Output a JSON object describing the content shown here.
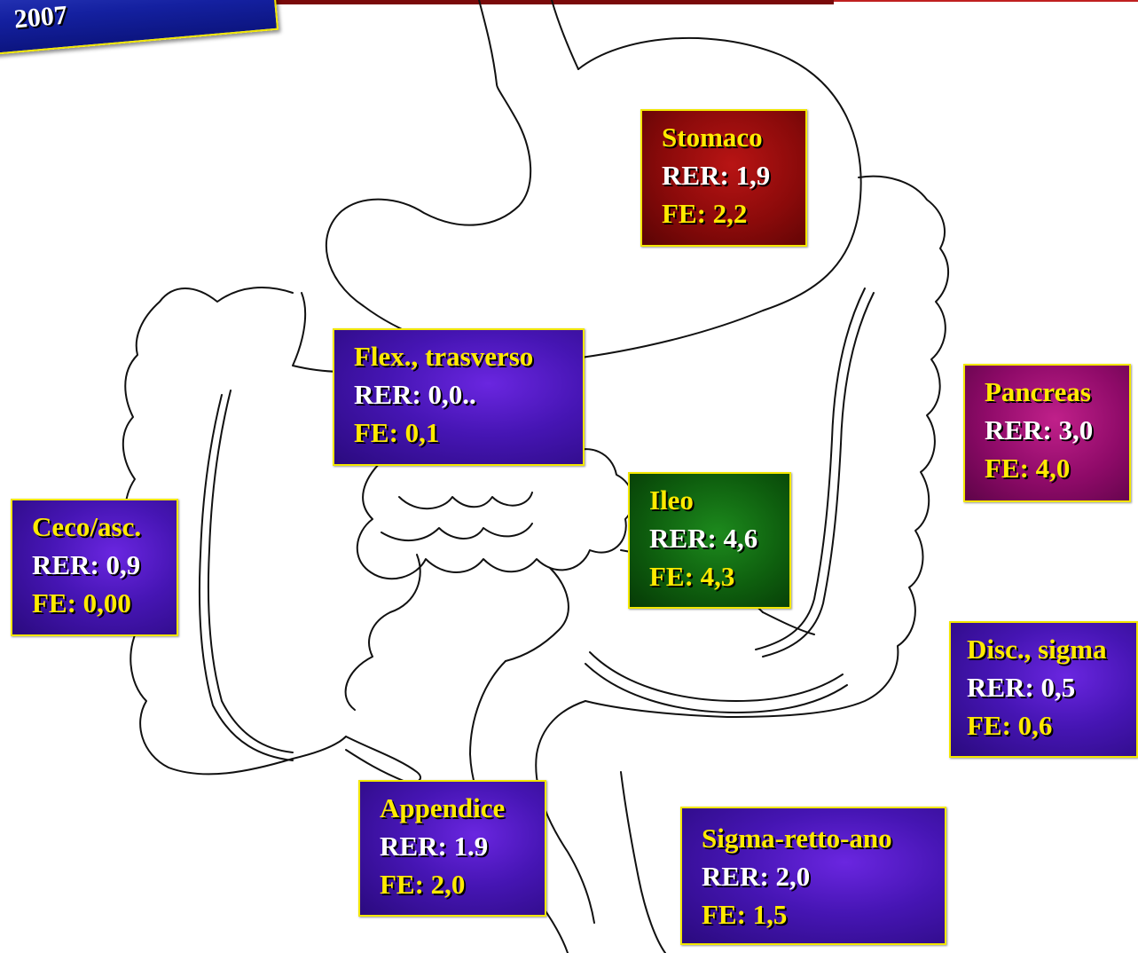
{
  "badge": {
    "year": "2007"
  },
  "labels": {
    "stomaco": {
      "title": "Stomaco",
      "rer": "RER: 1,9",
      "fe": "FE: 2,2"
    },
    "flex_trasverso": {
      "title": "Flex., trasverso",
      "rer": "RER: 0,0..",
      "fe": "FE: 0,1"
    },
    "pancreas": {
      "title": "Pancreas",
      "rer": "RER: 3,0",
      "fe": "FE: 4,0"
    },
    "ileo": {
      "title": "Ileo",
      "rer": "RER: 4,6",
      "fe": "FE: 4,3"
    },
    "ceco_asc": {
      "title": "Ceco/asc.",
      "rer": "RER: 0,9",
      "fe": "FE: 0,00"
    },
    "disc_sigma": {
      "title": "Disc., sigma",
      "rer": "RER: 0,5",
      "fe": "FE: 0,6"
    },
    "appendice": {
      "title": "Appendice",
      "rer": "RER: 1.9",
      "fe": "FE: 2,0"
    },
    "sigma_retto_ano": {
      "title": "Sigma-retto-ano",
      "rer": "RER: 2,0",
      "fe": "FE: 1,5"
    }
  },
  "colors": {
    "title_text": "#ffea00",
    "rer_text": "#ffffff",
    "box_border": "#f2e600",
    "stomaco_box": "#8a0a0a",
    "ileo_box": "#0e5e0e",
    "pancreas_box": "#8e0a68",
    "default_box": "#4615b4",
    "badge": "#1420a0"
  }
}
